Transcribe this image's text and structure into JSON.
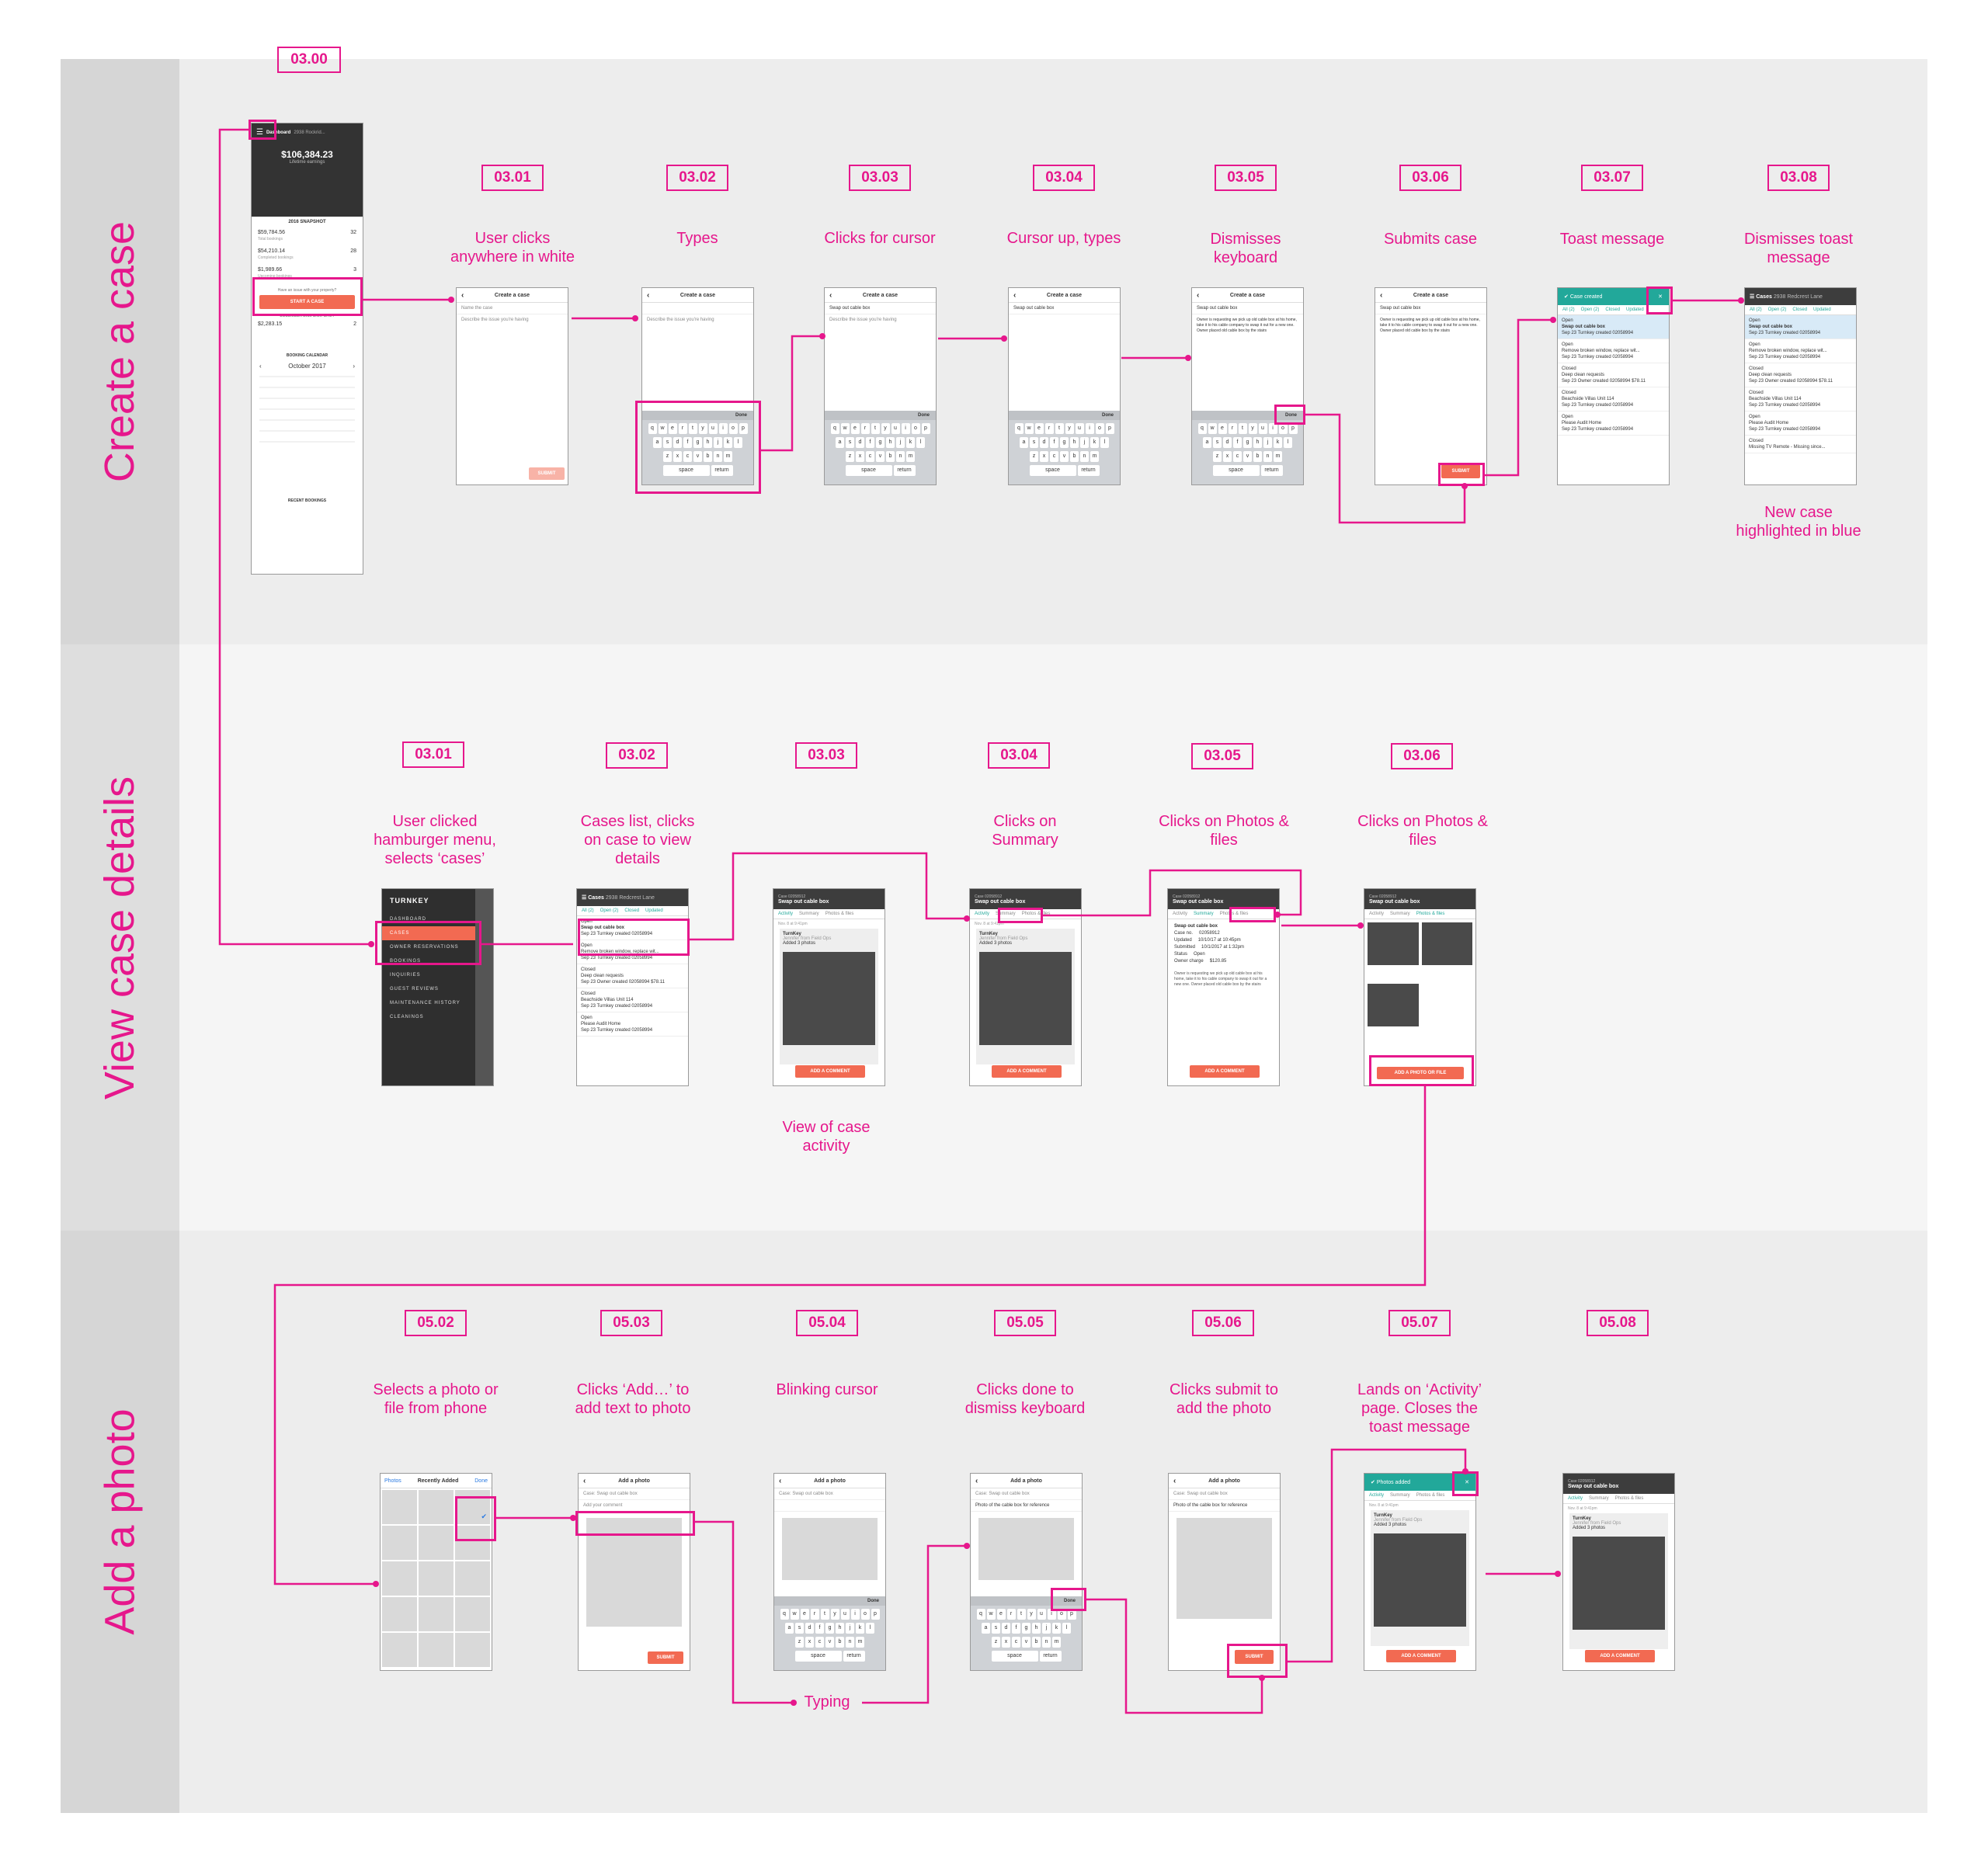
{
  "colors": {
    "accent": "#e6178c",
    "band_label": "#d6d6d6",
    "band_bg": "#ededed",
    "teal": "#22a89a",
    "orange": "#f26a52"
  },
  "sections": {
    "create": "Create a case",
    "view": "View case details",
    "photo": "Add a photo"
  },
  "create": {
    "start_tag": "03.00",
    "dashboard": {
      "title": "Dashboard",
      "address": "2938 Rockrid...",
      "earnings": "$106,384.23",
      "earnings_label": "Lifetime earnings",
      "snapshot": "2016 SNAPSHOT",
      "v1": "$59,784.56",
      "v1_label": "Total bookings",
      "n1": "32",
      "v2": "$54,210.14",
      "v2_label": "Completed bookings",
      "n2": "28",
      "v3": "$1,989.66",
      "v3_label": "Upcoming bookings",
      "n3": "3",
      "issue": "Have an issue with your property?",
      "start_case": "START A CASE",
      "dec_snapshot": "DECEMBER 2016 SNAPSHOT",
      "dec_value": "$2,283.15",
      "dec_n": "2",
      "calendar_title": "BOOKING CALENDAR",
      "month": "October 2017",
      "recent": "RECENT BOOKINGS"
    },
    "steps": [
      {
        "tag": "03.01",
        "caption": "User clicks\nanywhere in white"
      },
      {
        "tag": "03.02",
        "caption": "Types"
      },
      {
        "tag": "03.03",
        "caption": "Clicks for cursor"
      },
      {
        "tag": "03.04",
        "caption": "Cursor up, types"
      },
      {
        "tag": "03.05",
        "caption": "Dismisses\nkeyboard"
      },
      {
        "tag": "03.06",
        "caption": "Submits case"
      },
      {
        "tag": "03.07",
        "caption": "Toast message"
      },
      {
        "tag": "03.08",
        "caption": "Dismisses toast\nmessage"
      }
    ],
    "note_0308": "New case\nhighlighted in blue",
    "screen_title": "Create a case",
    "name_placeholder": "Name the case",
    "desc_placeholder": "Describe the issue you're having",
    "case_name": "Swap out cable box",
    "case_desc": "Owner is requesting we pick up old cable box at his home, take it to his cable company to swap it out for a new one. Owner placed old cable box by the stairs",
    "submit": "SUBMIT",
    "done": "Done",
    "toast": "Case created",
    "cases_title": "Cases",
    "cases_address": "2938 Redcrest Lane",
    "cases_filters": [
      "All (2)",
      "Open (2)",
      "Closed",
      "Updated"
    ],
    "cases_list": [
      {
        "status": "Open",
        "title": "Swap out cable box",
        "meta": "Sep 23   Turnkey created   02058994"
      },
      {
        "status": "Open",
        "title": "Remove broken window, replace wit...",
        "meta": "Sep 23   Turnkey created   02058994"
      },
      {
        "status": "Closed",
        "title": "Deep clean requests",
        "meta": "Sep 23   Owner created   02058994   $78.11"
      },
      {
        "status": "Closed",
        "title": "Beachside Villas Unit 114",
        "meta": "Sep 23   Turnkey created   02058994"
      },
      {
        "status": "Open",
        "title": "Please Audit Home",
        "meta": "Sep 23   Turnkey created   02058994"
      },
      {
        "status": "Closed",
        "title": "Missing TV Remote - Missing since...",
        "meta": ""
      }
    ]
  },
  "view": {
    "steps": [
      {
        "tag": "03.01",
        "caption": "User clicked\nhamburger menu,\nselects ‘cases’"
      },
      {
        "tag": "03.02",
        "caption": "Cases list, clicks\non case to view\ndetails"
      },
      {
        "tag": "03.03",
        "caption": ""
      },
      {
        "tag": "03.04",
        "caption": "Clicks on\nSummary"
      },
      {
        "tag": "03.05",
        "caption": "Clicks on Photos &\nfiles"
      },
      {
        "tag": "03.06",
        "caption": "Clicks on Photos &\nfiles"
      }
    ],
    "note_0303": "View of case\nactivity",
    "brand": "TURNKEY",
    "menu": [
      "DASHBOARD",
      "CASES",
      "OWNER RESERVATIONS",
      "BOOKINGS",
      "INQUIRIES",
      "GUEST REVIEWS",
      "MAINTENANCE HISTORY",
      "CLEANINGS"
    ],
    "case_no": "Case 02058912",
    "case_title": "Swap out cable box",
    "case_status": "Open",
    "tabs": [
      "Activity",
      "Summary",
      "Photos & files"
    ],
    "activity_date": "Nov. 8 at 9:41pm",
    "activity_author": "TurnKey",
    "activity_sub": "Jennifer from Field Ops",
    "activity_text": "Added 3 photos",
    "add_comment": "ADD A COMMENT",
    "add_photo": "ADD A PHOTO OR FILE",
    "summary": {
      "heading": "Swap out cable box",
      "rows": [
        [
          "Case no.",
          "02058912"
        ],
        [
          "Updated",
          "10/10/17 at 10:45pm"
        ],
        [
          "Submitted",
          "10/1/2017 at 1:32pm"
        ],
        [
          "Status",
          "Open"
        ],
        [
          "Owner charge",
          "$120.85"
        ]
      ]
    }
  },
  "photo": {
    "steps": [
      {
        "tag": "05.02",
        "caption": "Selects a photo or\nfile from phone"
      },
      {
        "tag": "05.03",
        "caption": "Clicks ‘Add…’ to\nadd text to photo"
      },
      {
        "tag": "05.04",
        "caption": "Blinking cursor"
      },
      {
        "tag": "05.05",
        "caption": "Clicks done to\ndismiss keyboard"
      },
      {
        "tag": "05.06",
        "caption": "Clicks submit to\nadd the photo"
      },
      {
        "tag": "05.07",
        "caption": "Lands on ‘Activity’\npage. Closes the\ntoast message"
      },
      {
        "tag": "05.08",
        "caption": ""
      }
    ],
    "typing": "Typing",
    "photos_nav": "Photos",
    "recently_added": "Recently Added",
    "done_link": "Done",
    "screen_title": "Add a photo",
    "case_line": "Case: Swap out cable box",
    "comment_placeholder": "Add your comment",
    "photo_comment": "Photo of the cable box for reference",
    "toast": "Photos added"
  },
  "keyboard": {
    "row1": [
      "q",
      "w",
      "e",
      "r",
      "t",
      "y",
      "u",
      "i",
      "o",
      "p"
    ],
    "row2": [
      "a",
      "s",
      "d",
      "f",
      "g",
      "h",
      "j",
      "k",
      "l"
    ],
    "row3": [
      "z",
      "x",
      "c",
      "v",
      "b",
      "n",
      "m"
    ],
    "space": "space",
    "ret": "return"
  }
}
